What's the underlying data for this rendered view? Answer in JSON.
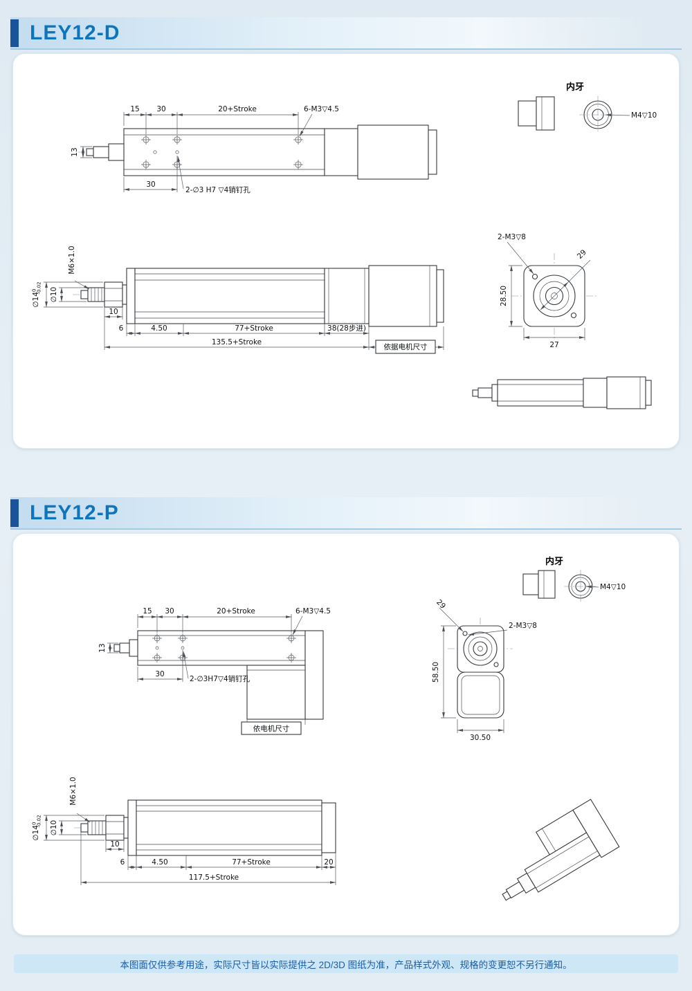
{
  "page": {
    "footer_note": "本图面仅供参考用途，实际尺寸皆以实际提供之 2D/3D 图纸为准，产品样式外观、规格的变更恕不另行通知。"
  },
  "sections": {
    "d": {
      "title": "LEY12-D"
    },
    "p": {
      "title": "LEY12-P"
    }
  },
  "colors": {
    "accent_bar": "#19549b",
    "title_text": "#0e74bc",
    "footer_bg": "#cde7f7",
    "footer_text": "#1b5ea8",
    "line": "#34383c"
  },
  "dims": {
    "d15": "15",
    "d30": "30",
    "d20s": "20+Stroke",
    "m3tap": "6-M3▽4.5",
    "d13": "13",
    "pin_d": "2-∅3 H7 ▽4销钉孔",
    "pin_p": "2-∅3H7▽4销钉孔",
    "neiya": "内牙",
    "m4tap": "M4▽10",
    "m6": "M6×1.0",
    "d10r": "∅10",
    "d14": "∅14",
    "d14hi": "0",
    "d14lo": "-0.02",
    "d10": "10",
    "d6": "6",
    "d450": "4.50",
    "d77s": "77+Stroke",
    "d38": "38(28步进)",
    "d1355": "135.5+Stroke",
    "motor_d": "依据电机尺寸",
    "m3f": "2-M3▽8",
    "d29": "29",
    "d2850": "28.50",
    "d27": "27",
    "d5850": "58.50",
    "d3050": "30.50",
    "motor_p": "依电机尺寸",
    "d20": "20",
    "d1175": "117.5+Stroke"
  }
}
